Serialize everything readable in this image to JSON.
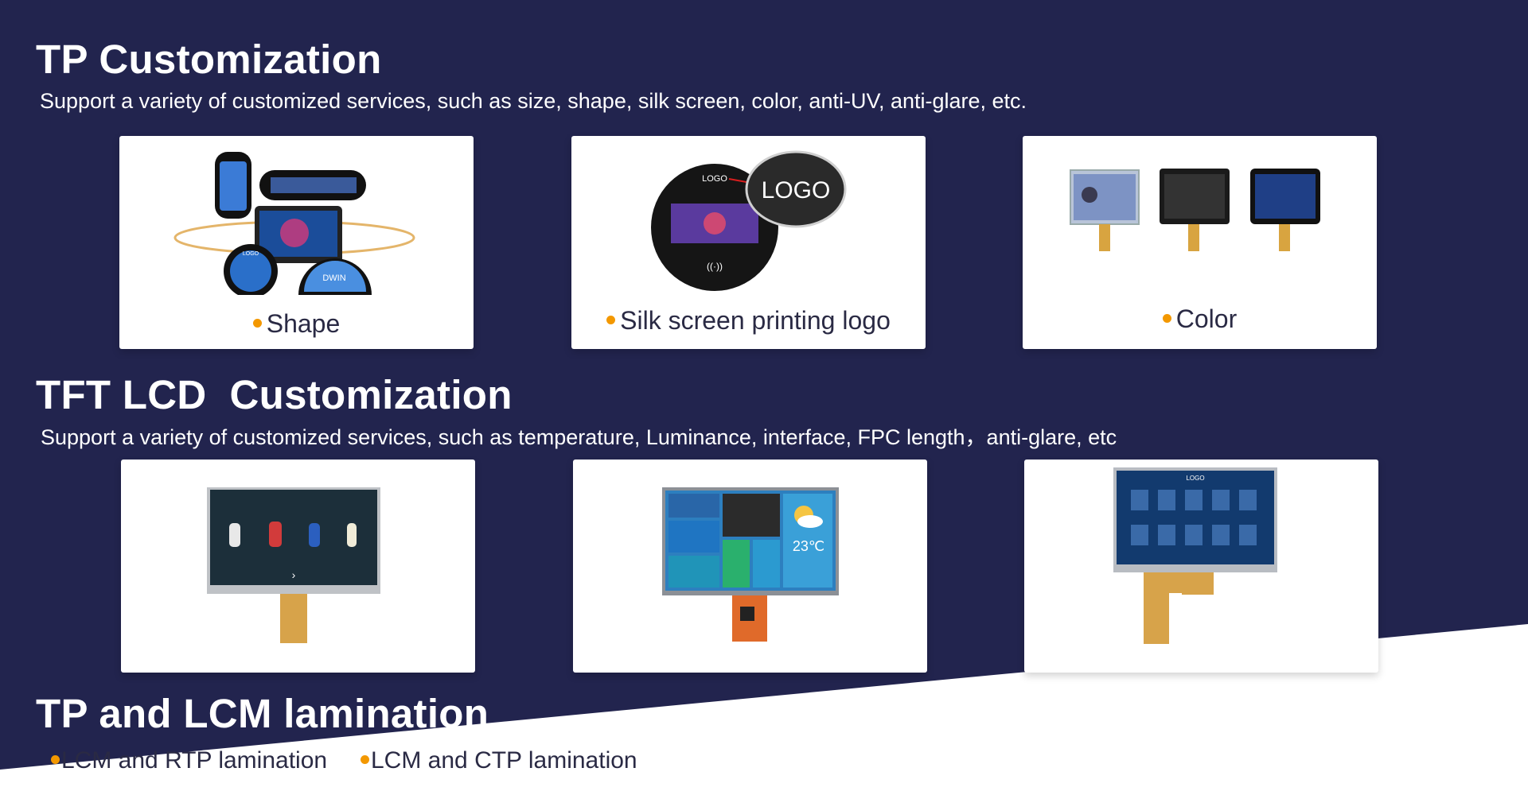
{
  "sections": [
    {
      "title": "TP Customization",
      "subtitle": "Support a variety of customized services, such as size, shape, silk screen, color, anti-UV, anti-glare, etc.",
      "cards": [
        {
          "caption": "Shape",
          "pic_text": [
            "LOGO",
            "DWIN"
          ]
        },
        {
          "caption": "Silk screen printing logo",
          "pic_text": [
            "LOGO",
            "LOGO"
          ]
        },
        {
          "caption": "Color"
        }
      ]
    },
    {
      "title": "TFT LCD  Customization",
      "subtitle": "Support a variety of customized services, such as temperature, Luminance, interface, FPC length，anti-glare, etc",
      "cards": [
        {
          "pic_text": []
        },
        {
          "pic_text": [
            "23℃"
          ]
        },
        {
          "pic_text": [
            "LOGO"
          ]
        }
      ]
    },
    {
      "title": "TP and LCM lamination",
      "items": [
        "LCM and RTP lamination",
        "LCM and CTP lamination"
      ]
    }
  ],
  "colors": {
    "navy": "#22244e",
    "accent": "#f39800",
    "caption_text": "#2a2a44"
  }
}
